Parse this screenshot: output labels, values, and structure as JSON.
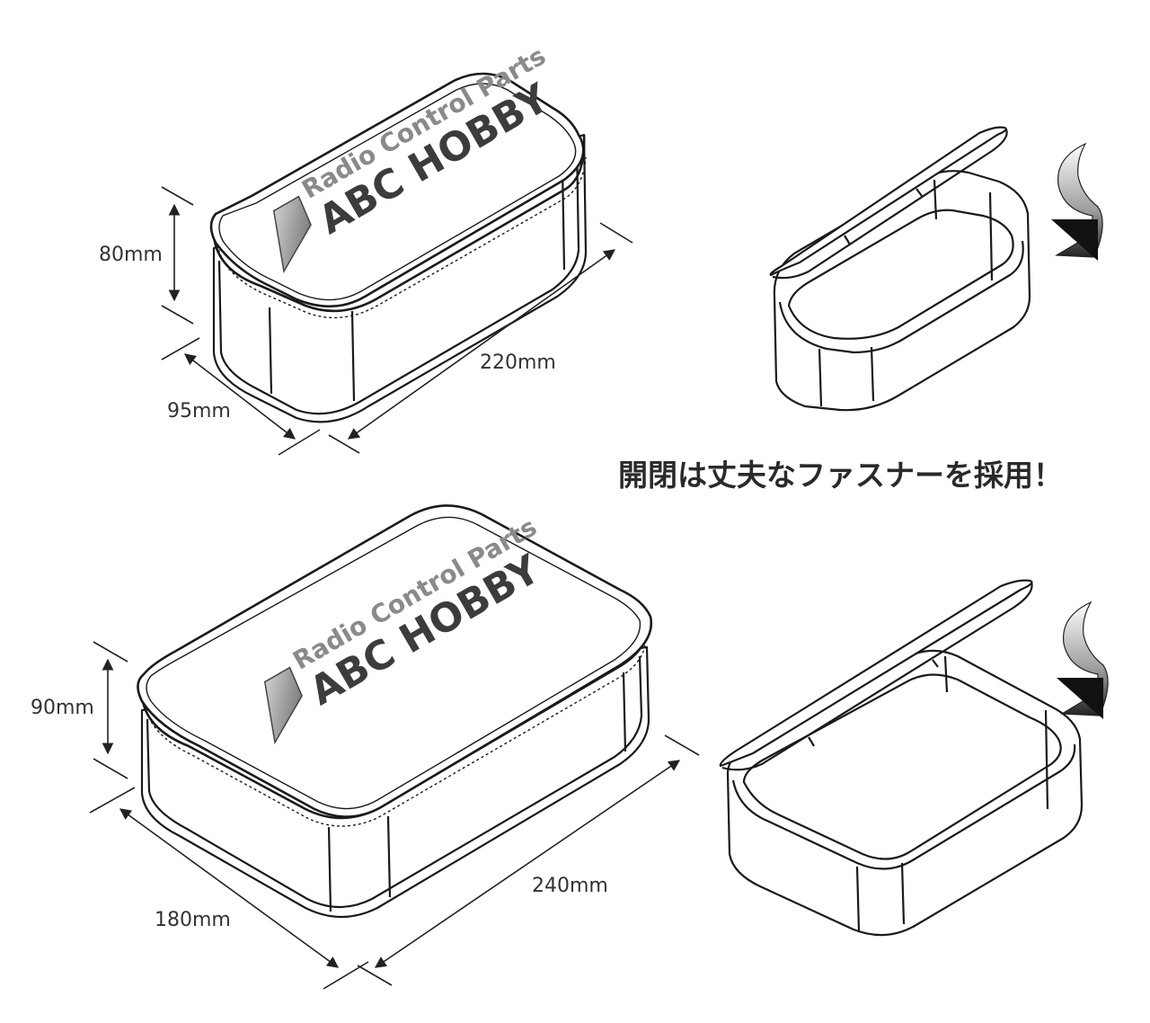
{
  "diagram": {
    "caption": "開閉は丈夫なファスナーを採用！",
    "small_case": {
      "logo_tagline": "Radio Control Parts",
      "logo_brand": "ABC HOBBY",
      "height_label": "80mm",
      "length_label": "220mm",
      "width_label": "95mm"
    },
    "large_case": {
      "logo_tagline": "Radio Control Parts",
      "logo_brand": "ABC HOBBY",
      "height_label": "90mm",
      "length_label": "240mm",
      "width_label": "180mm"
    },
    "icons": [
      "open-lid-arrow-icon",
      "logo-mark-icon"
    ]
  }
}
